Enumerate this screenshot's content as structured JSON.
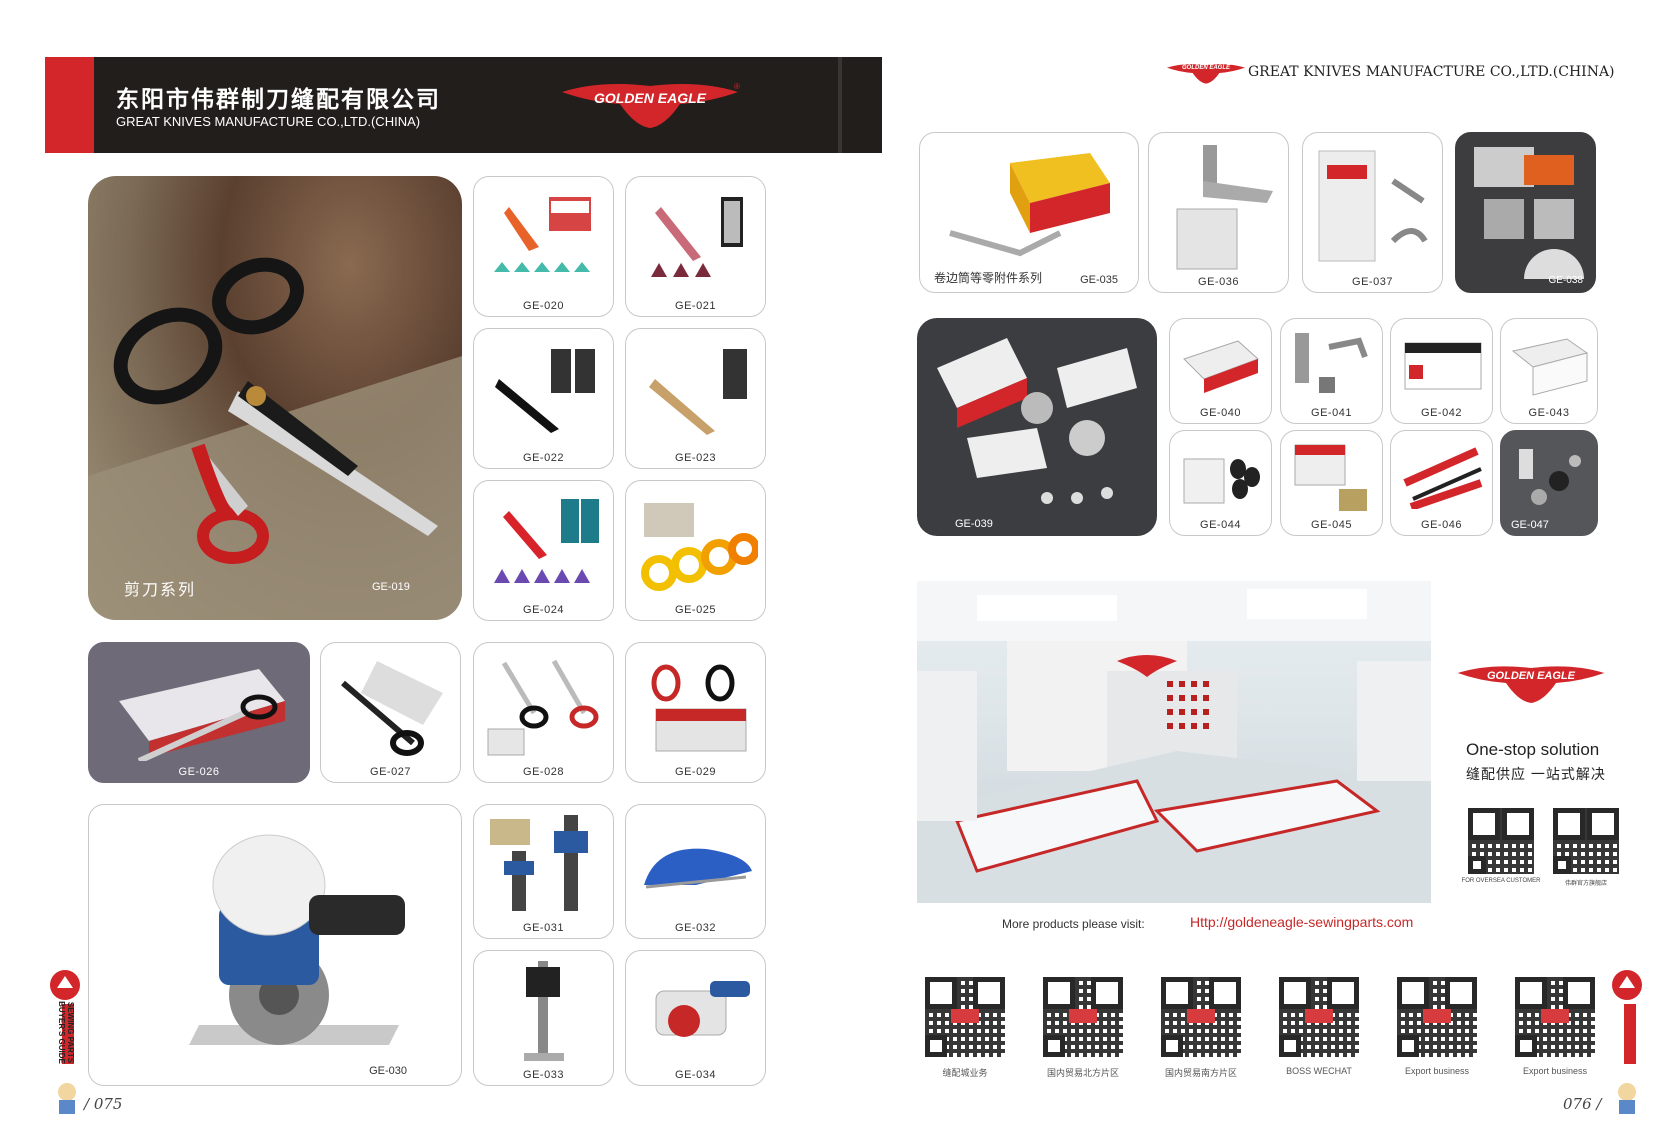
{
  "header": {
    "company_cn": "东阳市伟群制刀缝配有限公司",
    "company_en": "GREAT KNIVES MANUFACTURE  CO.,LTD.(CHINA)",
    "brand": "GOLDEN EAGLE",
    "brand_small": "GOLDEN EAGLE",
    "right_company_en": "GREAT KNIVES MANUFACTURE  CO.,LTD.(CHINA)"
  },
  "left_page": {
    "hero_caption": "剪刀系列",
    "hero_code": "GE-019",
    "products": [
      "GE-020",
      "GE-021",
      "GE-022",
      "GE-023",
      "GE-024",
      "GE-025",
      "GE-026",
      "GE-027",
      "GE-028",
      "GE-029",
      "GE-030",
      "GE-031",
      "GE-032",
      "GE-033",
      "GE-034"
    ],
    "page_number": "075"
  },
  "right_page": {
    "top_caption": "卷边筒等零附件系列",
    "products": [
      "GE-035",
      "GE-036",
      "GE-037",
      "GE-038",
      "GE-039",
      "GE-040",
      "GE-041",
      "GE-042",
      "GE-043",
      "GE-044",
      "GE-045",
      "GE-046",
      "GE-047"
    ],
    "tagline_en": "One-stop solution",
    "tagline_cn": "缝配供应  一站式解决",
    "qr_small_labels": [
      "FOR OVERSEA CUSTOMER",
      "伟群官方旗舰店"
    ],
    "visit_label": "More products please visit:",
    "visit_url": "Http://goldeneagle-sewingparts.com",
    "qr_labels": [
      "缝配城业务",
      "国内贸易北方片区",
      "国内贸易南方片区",
      "BOSS WECHAT",
      "Export business",
      "Export business"
    ],
    "page_number": "076"
  },
  "side_badge": {
    "line1": "SEWING PARTS",
    "line2": "BUYER'S GUIDE"
  },
  "colors": {
    "brand_red": "#d3262a",
    "banner_dark": "#221e1c"
  }
}
